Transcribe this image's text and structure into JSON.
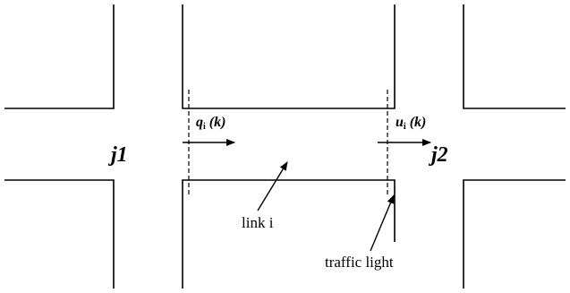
{
  "diagram": {
    "junction_left": "j1",
    "junction_right": "j2",
    "flow_in": {
      "symbol": "q",
      "subscript": "i",
      "arg": "(k)"
    },
    "flow_out": {
      "symbol": "u",
      "subscript": "i",
      "arg": "(k)"
    },
    "link_label": "link i",
    "light_label": "traffic light"
  },
  "colors": {
    "line": "#000000",
    "background": "#ffffff"
  }
}
